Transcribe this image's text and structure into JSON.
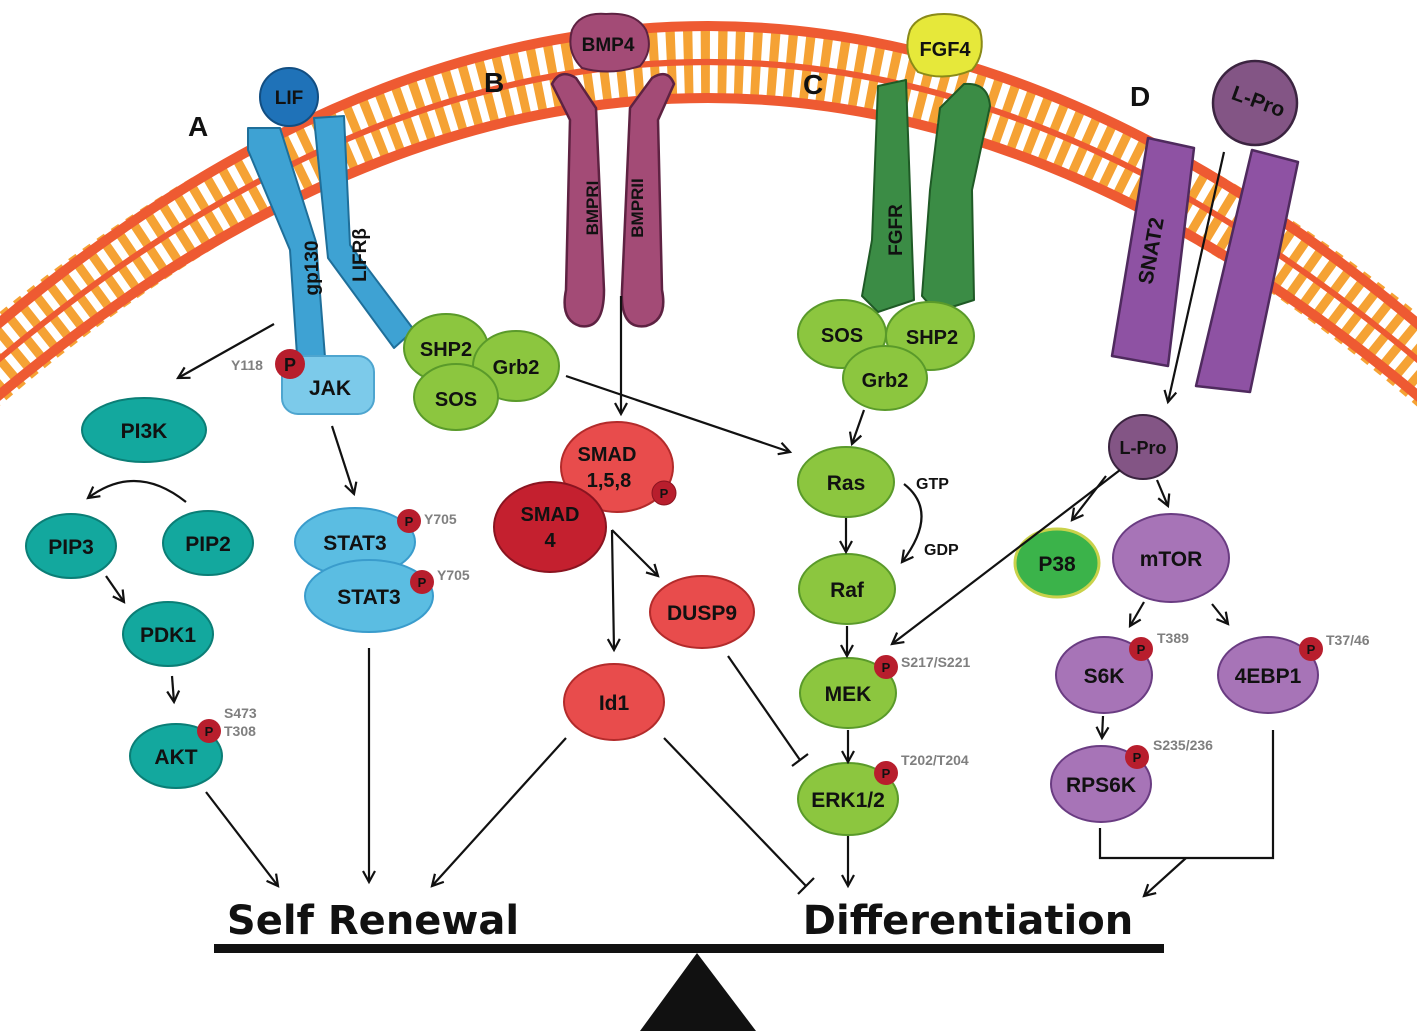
{
  "panels": [
    "A",
    "B",
    "C",
    "D"
  ],
  "ligands": {
    "lif": "LIF",
    "bmp4": "BMP4",
    "fgf4": "FGF4",
    "lpro": "L-Pro"
  },
  "receptors": {
    "gp130": "gp130",
    "lifrb": "LIFRβ",
    "bmpr1": "BMPRI",
    "bmpr2": "BMPRII",
    "fgfr": "FGFR",
    "snat2": "SNAT2"
  },
  "nodes": {
    "jak": "JAK",
    "shp2a": "SHP2",
    "grb2a": "Grb2",
    "sosa": "SOS",
    "pi3k": "PI3K",
    "pip3": "PIP3",
    "pip2": "PIP2",
    "pdk1": "PDK1",
    "akt": "AKT",
    "stat3a": "STAT3",
    "stat3b": "STAT3",
    "smad158_1": "SMAD",
    "smad158_2": "1,5,8",
    "smad4_1": "SMAD",
    "smad4_2": "4",
    "dusp9": "DUSP9",
    "id1": "Id1",
    "sosc": "SOS",
    "shp2c": "SHP2",
    "grb2c": "Grb2",
    "ras": "Ras",
    "raf": "Raf",
    "mek": "MEK",
    "erk": "ERK1/2",
    "gtp": "GTP",
    "gdp": "GDP",
    "lpro_in": "L-Pro",
    "p38": "P38",
    "mtor": "mTOR",
    "s6k": "S6K",
    "ebp1": "4EBP1",
    "rps6k": "RPS6K"
  },
  "phospho_label": "P",
  "sites": {
    "jak": "Y118",
    "akt1": "S473",
    "akt2": "T308",
    "stat3a": "Y705",
    "stat3b": "Y705",
    "mek": "S217/S221",
    "erk": "T202/T204",
    "s6k": "T389",
    "ebp1": "T37/46",
    "rps6k": "S235/236"
  },
  "outcomes": {
    "self_renewal": "Self Renewal",
    "differentiation": "Differentiation"
  },
  "colors": {
    "membrane_orange": "#f5a234",
    "membrane_red": "#ee5a32",
    "blue_receptor": "#3ea2d3",
    "lif": "#1f72b8",
    "jak": "#7ccaea",
    "green_adaptor": "#8cc63f",
    "teal": "#13a89e",
    "stat3": "#5bbde2",
    "bmp_receptor": "#a34b76",
    "smad158": "#e84c4c",
    "smad4": "#c4202f",
    "fgfr": "#3b8c45",
    "fgf4": "#e6e83a",
    "snat2": "#8e52a3",
    "lpro": "#835585",
    "mtor_family": "#a774b7",
    "p38": "#3bb34a",
    "phospho": "#b81e2d"
  }
}
